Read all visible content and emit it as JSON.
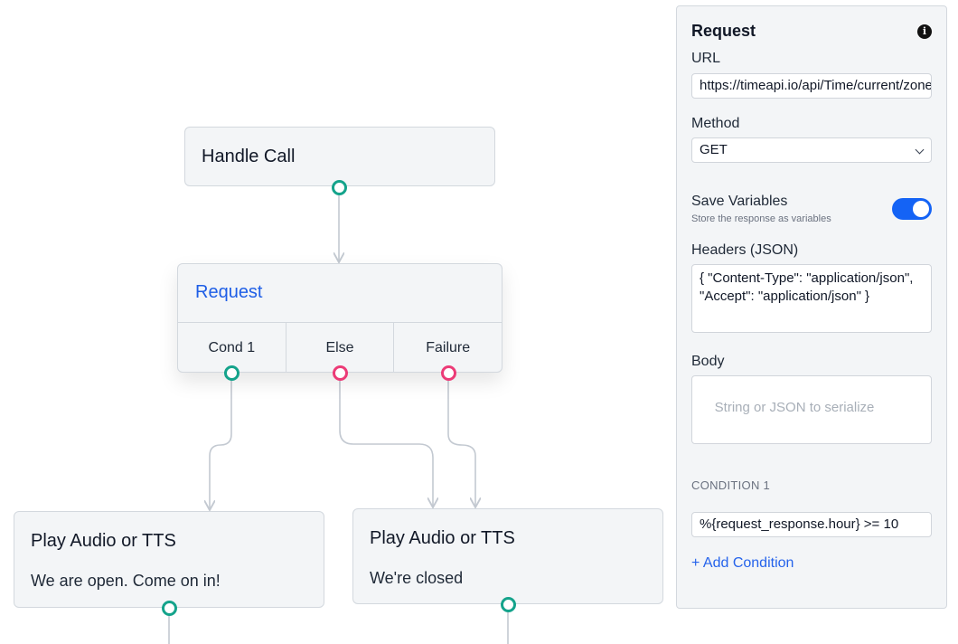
{
  "canvas": {
    "nodes": {
      "handle_call": {
        "title": "Handle Call"
      },
      "request": {
        "title": "Request",
        "branches": [
          "Cond 1",
          "Else",
          "Failure"
        ]
      },
      "play_open": {
        "title": "Play Audio or TTS",
        "text": "We are open. Come on in!"
      },
      "play_closed": {
        "title": "Play Audio or TTS",
        "text": "We're closed"
      }
    },
    "colors": {
      "port_success": "#14a38b",
      "port_failure": "#ec3b77",
      "edge": "#c3c9d1",
      "request_title": "#1e5ee6"
    }
  },
  "panel": {
    "title": "Request",
    "url_label": "URL",
    "url_value": "https://timeapi.io/api/Time/current/zone?timeZone=America/New_York",
    "method_label": "Method",
    "method_value": "GET",
    "save_label": "Save Variables",
    "save_hint": "Store the response as variables",
    "save_enabled": true,
    "headers_label": "Headers (JSON)",
    "headers_value": "{ \"Content-Type\": \"application/json\", \"Accept\": \"application/json\" }",
    "body_label": "Body",
    "body_placeholder": "String or JSON to serialize",
    "condition_heading": "CONDITION 1",
    "condition_value": "%{request_response.hour} >= 10",
    "add_condition": "+ Add Condition",
    "accent": "#1463f5"
  }
}
